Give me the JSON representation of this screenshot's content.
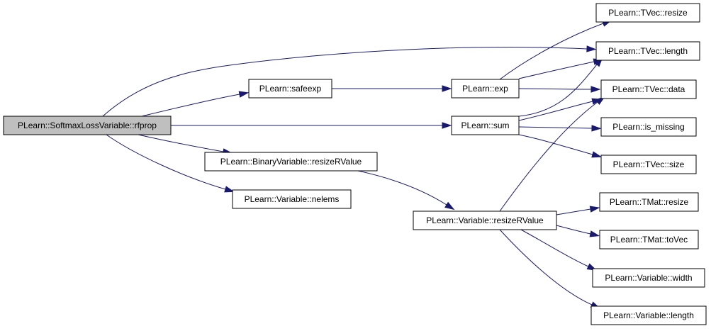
{
  "colors": {
    "edge": "#191970",
    "root_fill": "#bfbfbf",
    "node_fill": "#ffffff",
    "border": "#000000"
  },
  "nodes": {
    "rfprop": "PLearn::SoftmaxLossVariable::rfprop",
    "safeexp": "PLearn::safeexp",
    "exp": "PLearn::exp",
    "sum": "PLearn::sum",
    "bv_resize": "PLearn::BinaryVariable::resizeRValue",
    "nelems": "PLearn::Variable::nelems",
    "v_resize": "PLearn::Variable::resizeRValue",
    "tvec_resize": "PLearn::TVec::resize",
    "tvec_length": "PLearn::TVec::length",
    "tvec_data": "PLearn::TVec::data",
    "is_missing": "PLearn::is_missing",
    "tvec_size": "PLearn::TVec::size",
    "tmat_resize": "PLearn::TMat::resize",
    "tmat_tovec": "PLearn::TMat::toVec",
    "v_width": "PLearn::Variable::width",
    "v_length": "PLearn::Variable::length"
  },
  "edges": [
    [
      "rfprop",
      "tvec_length"
    ],
    [
      "rfprop",
      "safeexp"
    ],
    [
      "rfprop",
      "sum"
    ],
    [
      "rfprop",
      "bv_resize"
    ],
    [
      "rfprop",
      "nelems"
    ],
    [
      "safeexp",
      "exp"
    ],
    [
      "exp",
      "tvec_resize"
    ],
    [
      "exp",
      "tvec_length"
    ],
    [
      "exp",
      "tvec_data"
    ],
    [
      "sum",
      "tvec_length"
    ],
    [
      "sum",
      "tvec_data"
    ],
    [
      "sum",
      "is_missing"
    ],
    [
      "sum",
      "tvec_size"
    ],
    [
      "bv_resize",
      "v_resize"
    ],
    [
      "v_resize",
      "tvec_data"
    ],
    [
      "v_resize",
      "tmat_resize"
    ],
    [
      "v_resize",
      "tmat_tovec"
    ],
    [
      "v_resize",
      "v_width"
    ],
    [
      "v_resize",
      "v_length"
    ]
  ]
}
